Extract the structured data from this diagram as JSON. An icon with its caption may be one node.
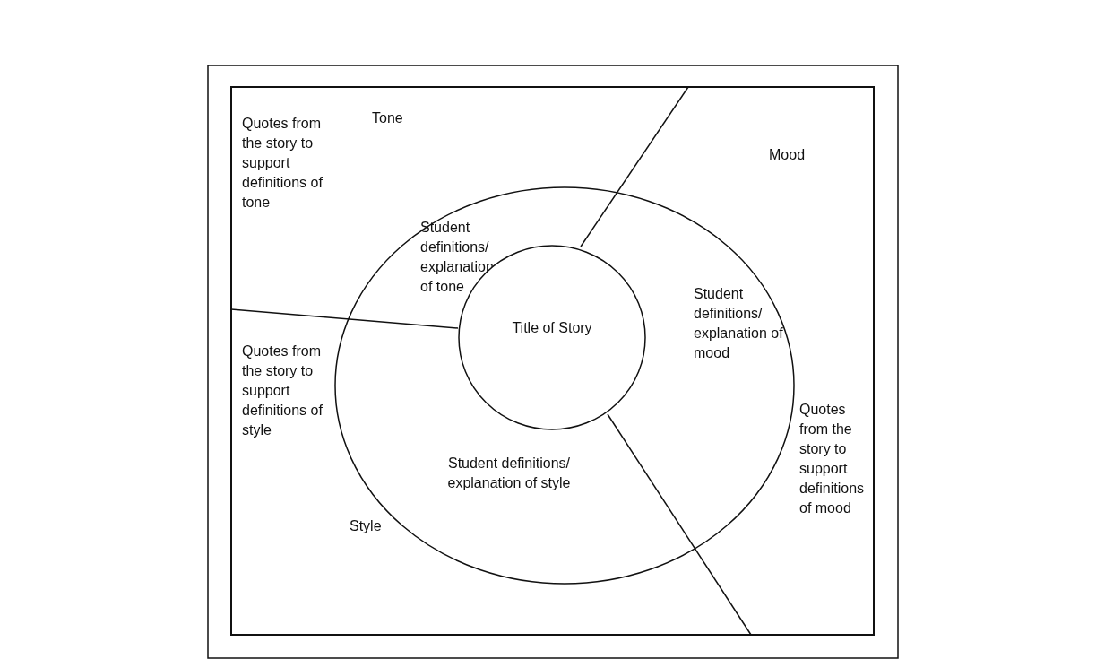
{
  "diagram": {
    "nodes": [
      {
        "text": [],
        "shape": "circle"
      },
      {
        "text": [
          "Student definitions/ explanation of tone"
        ],
        "in": 0
      },
      {
        "text": [
          "Student definitions/ explanation of mood"
        ],
        "in": 0
      },
      {
        "text": [
          "Student definitions/ explanation of style"
        ],
        "in": 0
      },
      {
        "text": [
          "Title of Story"
        ],
        "in": 0
      }
    ],
    "labels": [
      "Quotes from the story to support definitions of tone",
      "Tone",
      "Mood",
      "Quotes from the story to support definitions of style",
      "Quotes from the story to support definitions of mood",
      "Style"
    ]
  }
}
